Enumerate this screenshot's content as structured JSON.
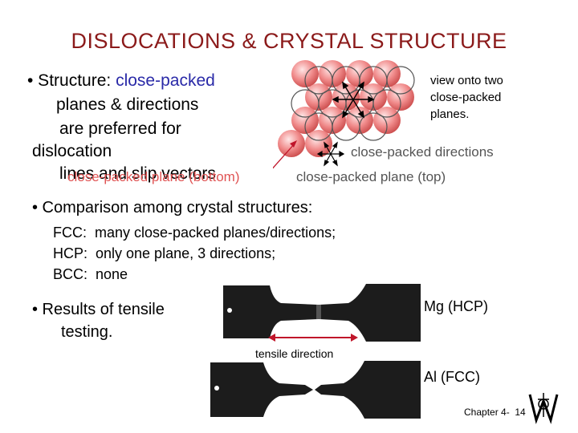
{
  "title": "DISLOCATIONS & CRYSTAL STRUCTURE",
  "bullet_structure": {
    "prefix": "• Structure:",
    "highlight": "close-packed",
    "line2": "planes & directions",
    "line3": "are preferred for",
    "line4": "dislocation",
    "line5": "lines and slip vectors"
  },
  "figure_top": {
    "side_note": [
      "view onto two",
      "close-packed",
      "planes."
    ],
    "label_directions": "close-packed directions",
    "label_plane_top": "close-packed plane (top)",
    "label_plane_bottom": "close-packed plane (bottom)"
  },
  "bullet_comparison": {
    "heading": "• Comparison among crystal structures:",
    "lines": [
      "FCC:  many close-packed planes/directions;",
      "HCP:  only one plane, 3 directions;",
      "BCC:  none"
    ]
  },
  "bullet_tensile": {
    "line1": "• Results of tensile",
    "line2": "testing."
  },
  "specimens": {
    "label_top": "Mg (HCP)",
    "label_bottom": "Al (FCC)",
    "tensile_direction": "tensile direction"
  },
  "footer": {
    "chapter": "Chapter 4-  14"
  },
  "colors": {
    "title": "#8b1a1a",
    "highlight": "#2a2aa8",
    "bottom_plane": "#e05454",
    "arrow": "#c0152a"
  }
}
